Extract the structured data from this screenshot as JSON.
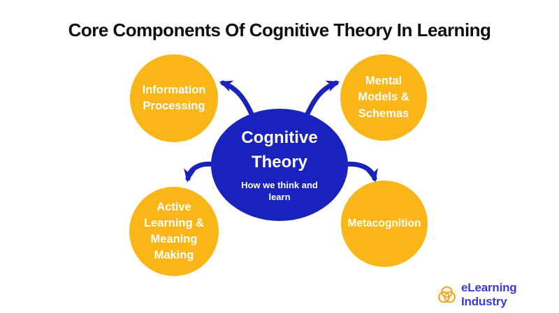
{
  "title": "Core Components Of Cognitive Theory In Learning",
  "center": {
    "title": "Cognitive Theory",
    "subtitle": "How we think and learn"
  },
  "nodes": [
    {
      "id": "information-processing",
      "label": "Information Processing",
      "position": "top-left"
    },
    {
      "id": "mental-models-schemas",
      "label": "Mental Models & Schemas",
      "position": "top-right"
    },
    {
      "id": "active-learning-meaning-making",
      "label": "Active Learning & Meaning Making",
      "position": "bottom-left"
    },
    {
      "id": "metacognition",
      "label": "Metacognition",
      "position": "bottom-right"
    }
  ],
  "logo": {
    "text": "eLearning Industry",
    "icon": "trefoil-rings-icon"
  },
  "colors": {
    "background": "#ffffff",
    "title_black": "#0f0f0f",
    "center_blue": "#1a22bd",
    "node_yellow": "#f9b616",
    "logo_blue": "#3a3ad6",
    "logo_orange": "#f6a71f"
  }
}
